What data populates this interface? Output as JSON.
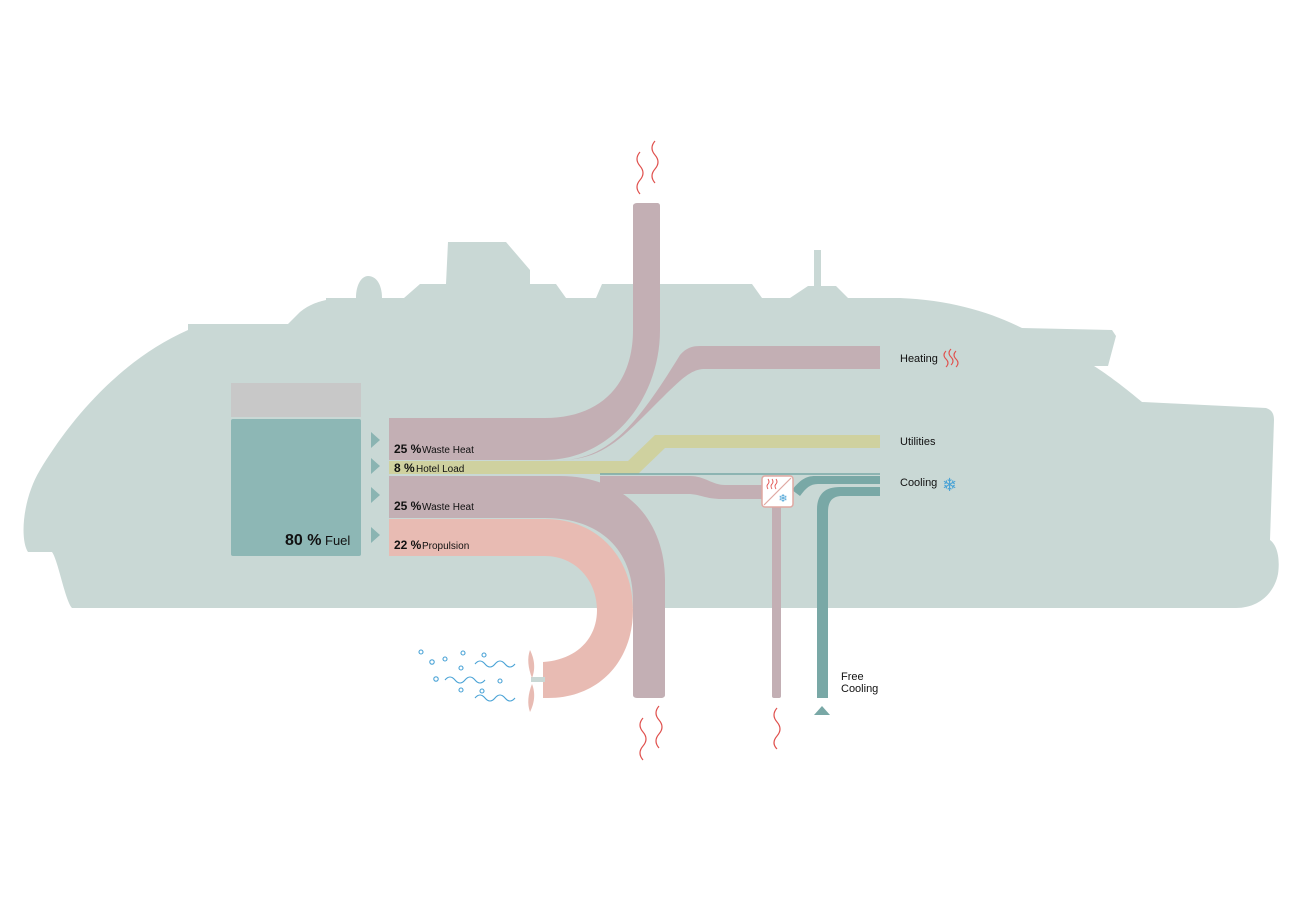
{
  "colors": {
    "ship": "#c9d8d5",
    "fuel_tank": "#8db7b5",
    "tank_top": "#c8c8c8",
    "waste_heat": "#c3afb4",
    "hotel_load": "#cfd19f",
    "propulsion": "#e8bbb3",
    "cooling": "#79a8a6",
    "heat_wave": "#e0524f",
    "water": "#4aa3d6",
    "arrow": "#8ab4b2"
  },
  "fuel": {
    "percent": "80 %",
    "label": "Fuel"
  },
  "flows": [
    {
      "id": "waste-heat-upper",
      "percent": "25 %",
      "label": "Waste Heat"
    },
    {
      "id": "hotel-load",
      "percent": "8 %",
      "label": "Hotel Load"
    },
    {
      "id": "waste-heat-lower",
      "percent": "25 %",
      "label": "Waste Heat"
    },
    {
      "id": "propulsion",
      "percent": "22 %",
      "label": "Propulsion"
    }
  ],
  "outputs": {
    "heating": {
      "label": "Heating",
      "icon": "heat-waves-icon"
    },
    "utilities": {
      "label": "Utilities"
    },
    "cooling": {
      "label": "Cooling",
      "icon": "snowflake-icon"
    },
    "free_cooling": {
      "line1": "Free",
      "line2": "Cooling"
    }
  },
  "icons": {
    "heat_pump": "heat-pump-icon",
    "propeller": "propeller-icon",
    "bubbles": "water-bubbles-icon"
  }
}
